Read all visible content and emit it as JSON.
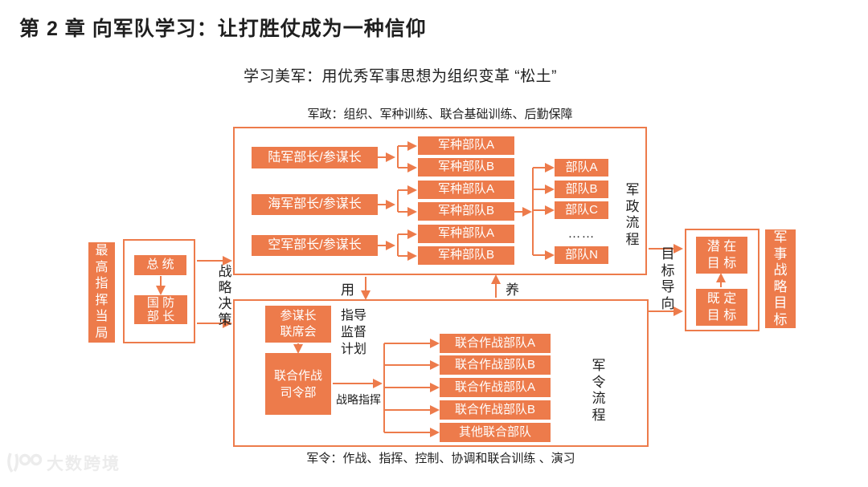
{
  "page": {
    "title": "第 2 章 向军队学习：让打胜仗成为一种信仰",
    "subtitle": "学习美军：用优秀军事思想为组织变革 “松土”",
    "watermark": "大数跨境"
  },
  "colors": {
    "accent": "#ED7B4B",
    "text": "#1f1f1f",
    "box_text": "#ffffff"
  },
  "left": {
    "authority": "最高指挥当局",
    "president": "总 统",
    "defense_minister": "国 防\n部 长",
    "decision_label": "战略决策"
  },
  "top_flow": {
    "caption": "军政：组织、军种训练、联合基础训练、后勤保障",
    "chiefs": [
      "陆军部长/参谋长",
      "海军部长/参谋长",
      "空军部长/参谋长"
    ],
    "service_units": [
      "军种部队A",
      "军种部队B",
      "军种部队A",
      "军种部队B",
      "军种部队A",
      "军种部队B"
    ],
    "troops": [
      "部队A",
      "部队B",
      "部队C",
      "部队N"
    ],
    "ellipsis": "……",
    "flow_label": "军政流程"
  },
  "middle": {
    "use_label": "用",
    "nurture_label": "养"
  },
  "bottom_flow": {
    "caption": "军令：作战、指挥、控制、协调和联合训练 、演习",
    "jcs": "参谋长\n联席会",
    "joint_command": "联合作战\n司令部",
    "guide_label": "指导\n监督\n计划",
    "strategic_command_label": "战略指挥",
    "joint_units": [
      "联合作战部队A",
      "联合作战部队B",
      "联合作战部队A",
      "联合作战部队B",
      "其他联合部队"
    ],
    "flow_label": "军令流程"
  },
  "right": {
    "orientation_label": "目标导向",
    "potential_target": "潜 在\n目 标",
    "established_target": "既 定\n目 标",
    "military_strategic_goal": "军事战略目标"
  }
}
